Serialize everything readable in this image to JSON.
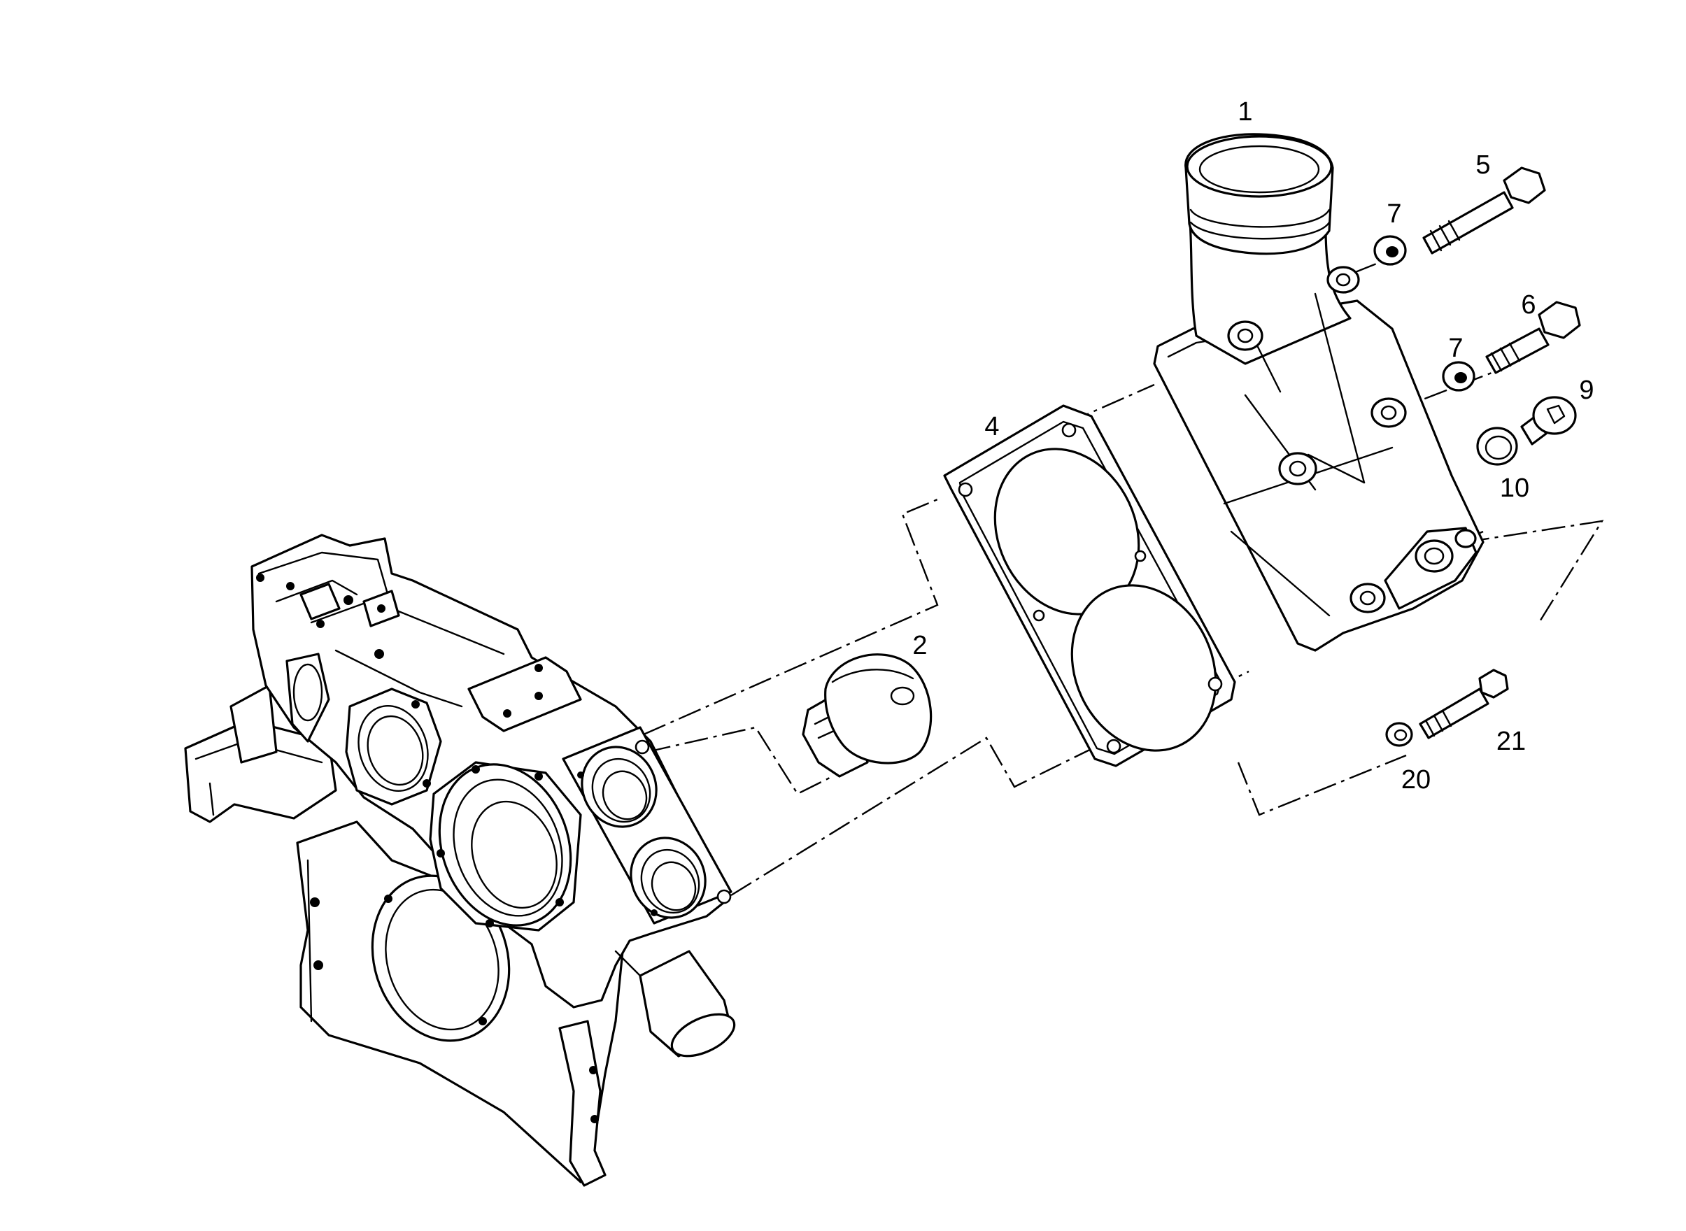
{
  "callouts": {
    "c1": "1",
    "c2": "2",
    "c4": "4",
    "c5": "5",
    "c6": "6",
    "c7a": "7",
    "c7b": "7",
    "c9": "9",
    "c10": "10",
    "c20": "20",
    "c21": "21"
  }
}
